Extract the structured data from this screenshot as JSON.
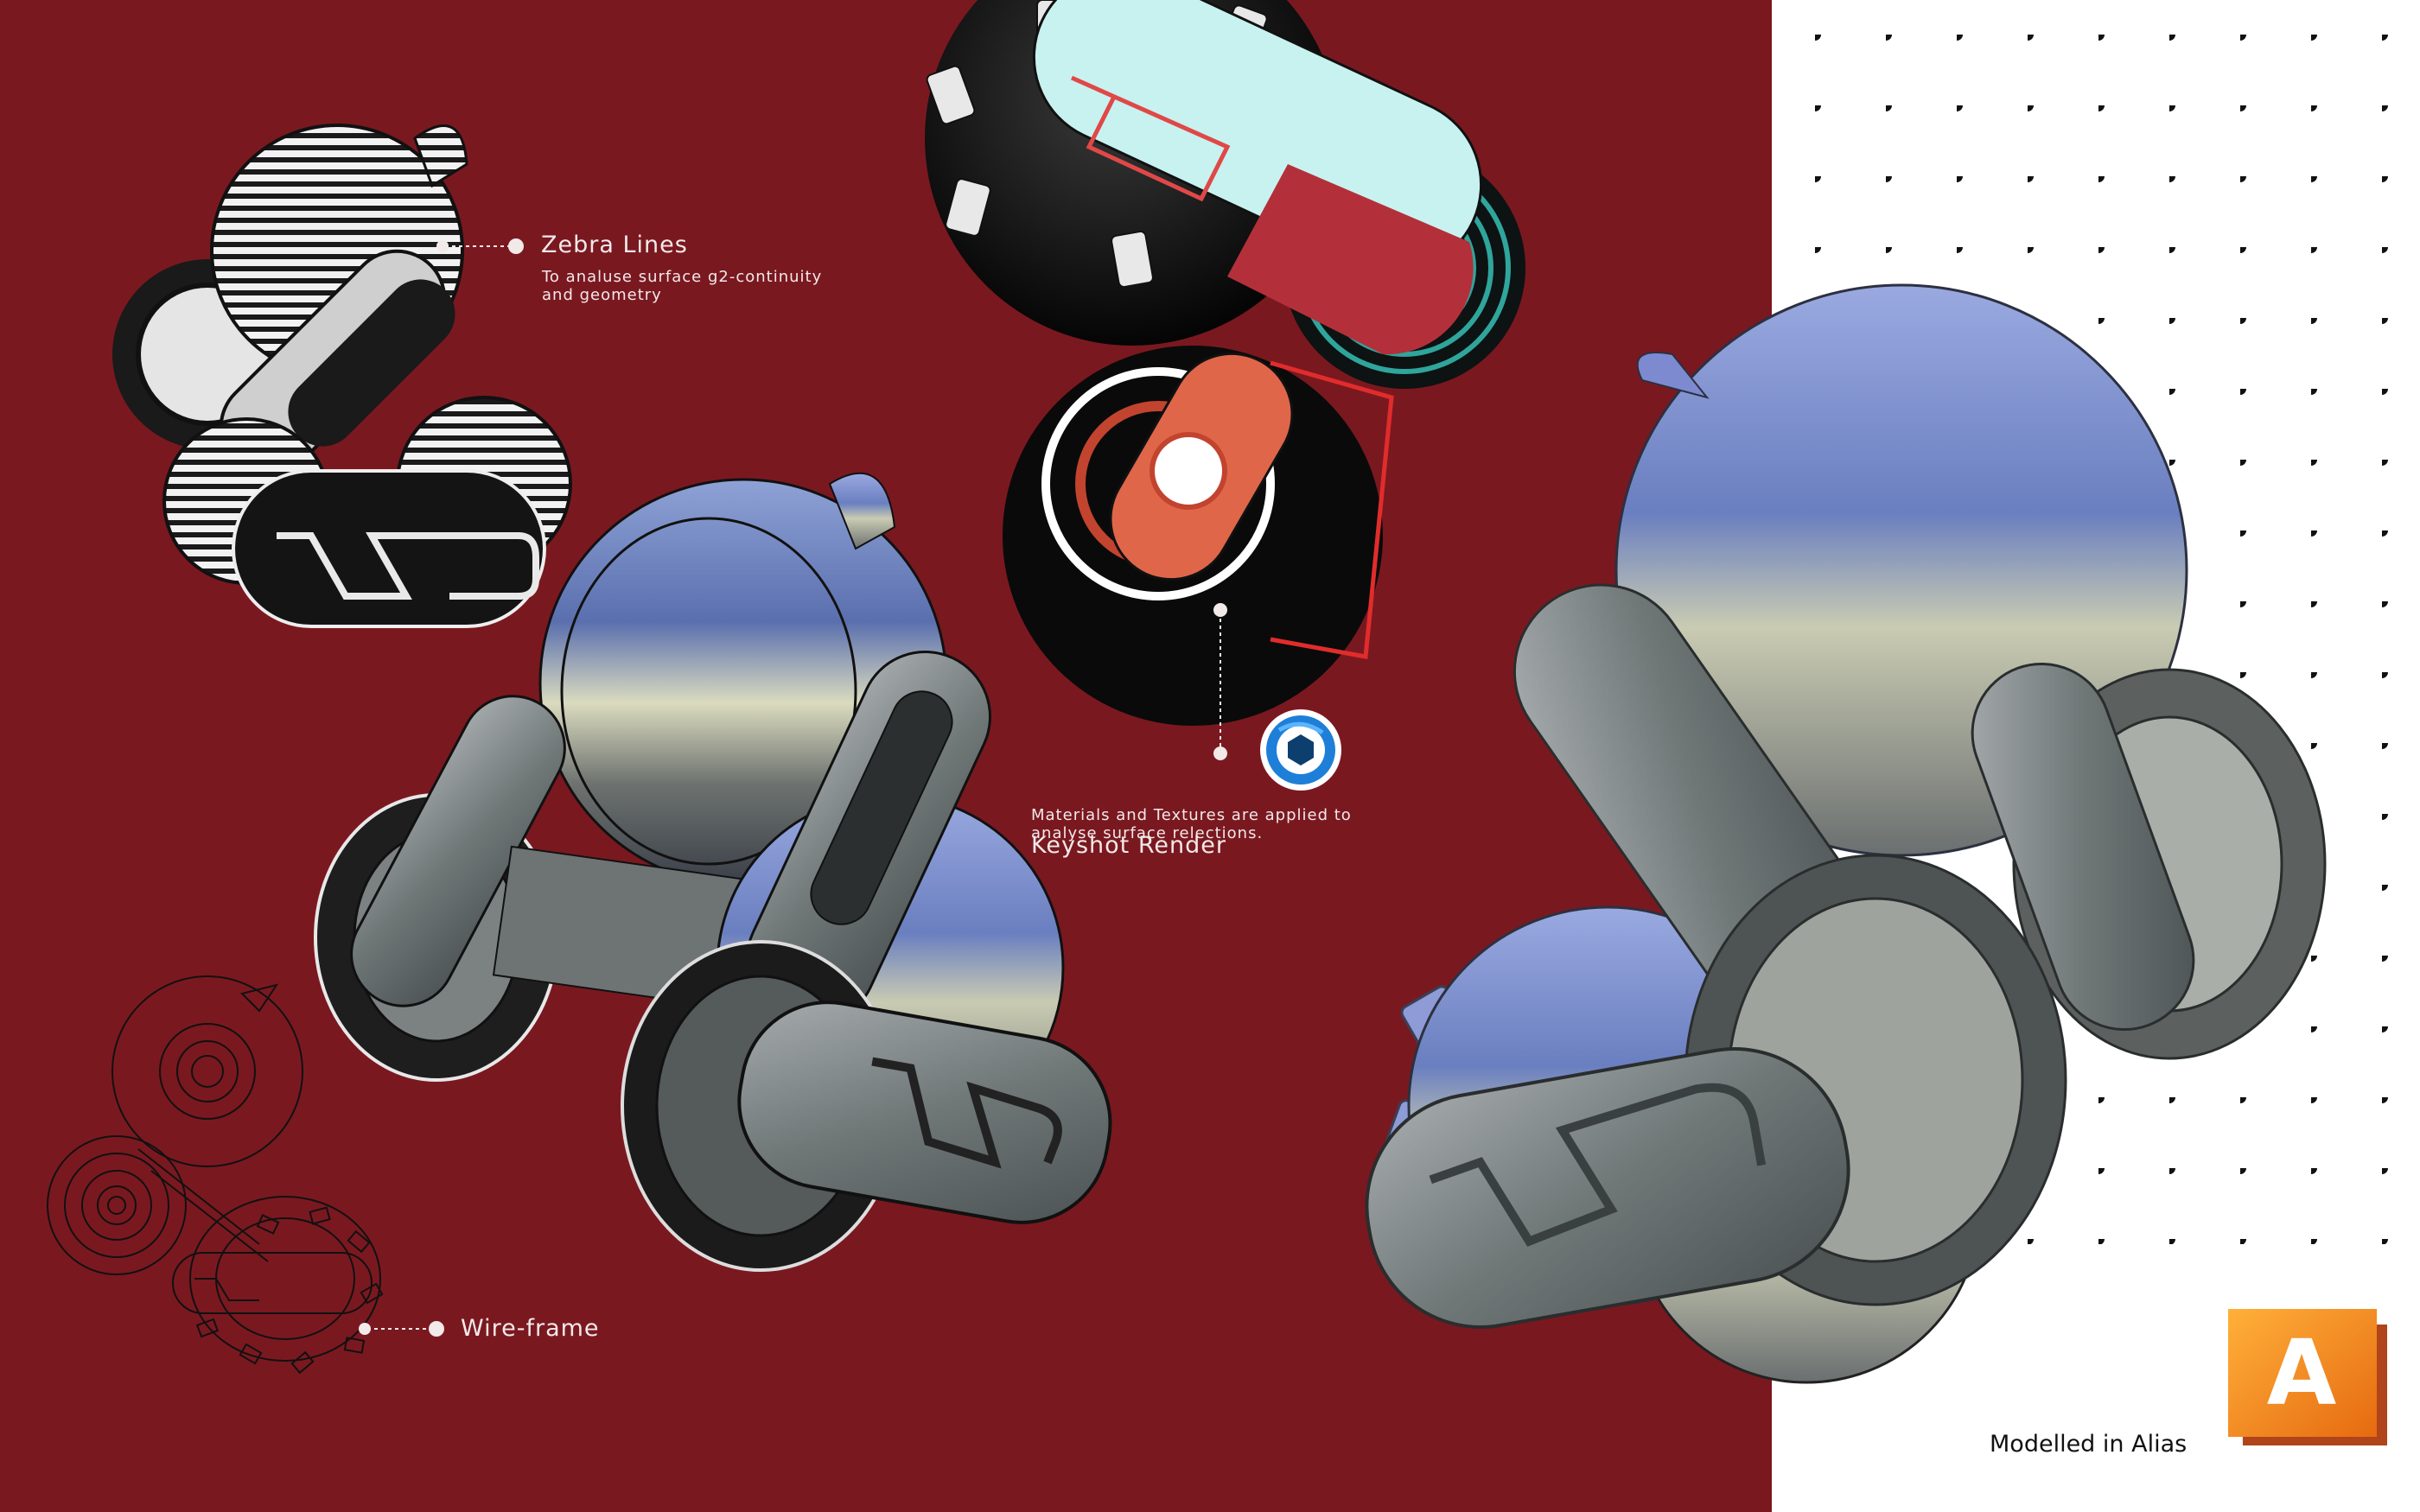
{
  "annotations": {
    "zebra": {
      "title": "Zebra Lines",
      "desc": "To analuse surface g2-continuity and geometry"
    },
    "wireframe": {
      "title": "Wire-frame"
    },
    "keyshot": {
      "desc": "Materials and Textures are applied to analyse surface relections.",
      "title": "Keyshot Render"
    }
  },
  "credit": {
    "text": "Modelled in Alias"
  },
  "logos": {
    "alias_letter": "A"
  },
  "colors": {
    "background": "#7a1820",
    "panel": "#ffffff",
    "dots": "#111111",
    "alias_orange": "#f08a1c",
    "keyshot_blue": "#1e7fd8"
  },
  "icons": [
    "keyshot-logo-icon",
    "alias-logo-icon"
  ]
}
